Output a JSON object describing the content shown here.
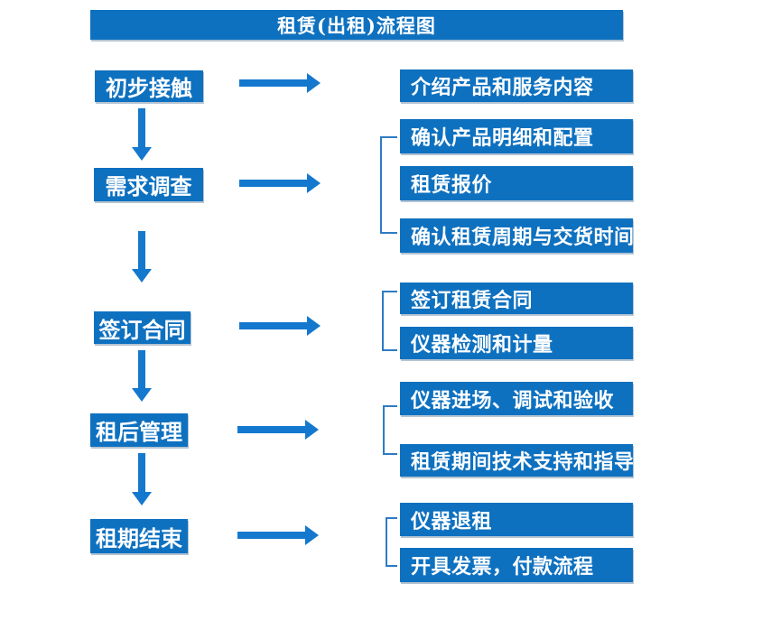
{
  "title": "租赁(出租)流程图",
  "colors": {
    "box_blue": "#0e71c0",
    "arrow_blue": "#1478ce",
    "bracket_blue": "#2e7bc4",
    "text": "#ffffff",
    "background": "#ffffff"
  },
  "steps": [
    {
      "label": "初步接触",
      "outputs": [
        "介绍产品和服务内容"
      ]
    },
    {
      "label": "需求调查",
      "outputs": [
        "确认产品明细和配置",
        "租赁报价",
        "确认租赁周期与交货时间"
      ]
    },
    {
      "label": "签订合同",
      "outputs": [
        "签订租赁合同",
        "仪器检测和计量"
      ]
    },
    {
      "label": "租后管理",
      "outputs": [
        "仪器进场、调试和验收",
        "租赁期间技术支持和指导"
      ]
    },
    {
      "label": "租期结束",
      "outputs": [
        "仪器退租",
        "开具发票，付款流程"
      ]
    }
  ]
}
